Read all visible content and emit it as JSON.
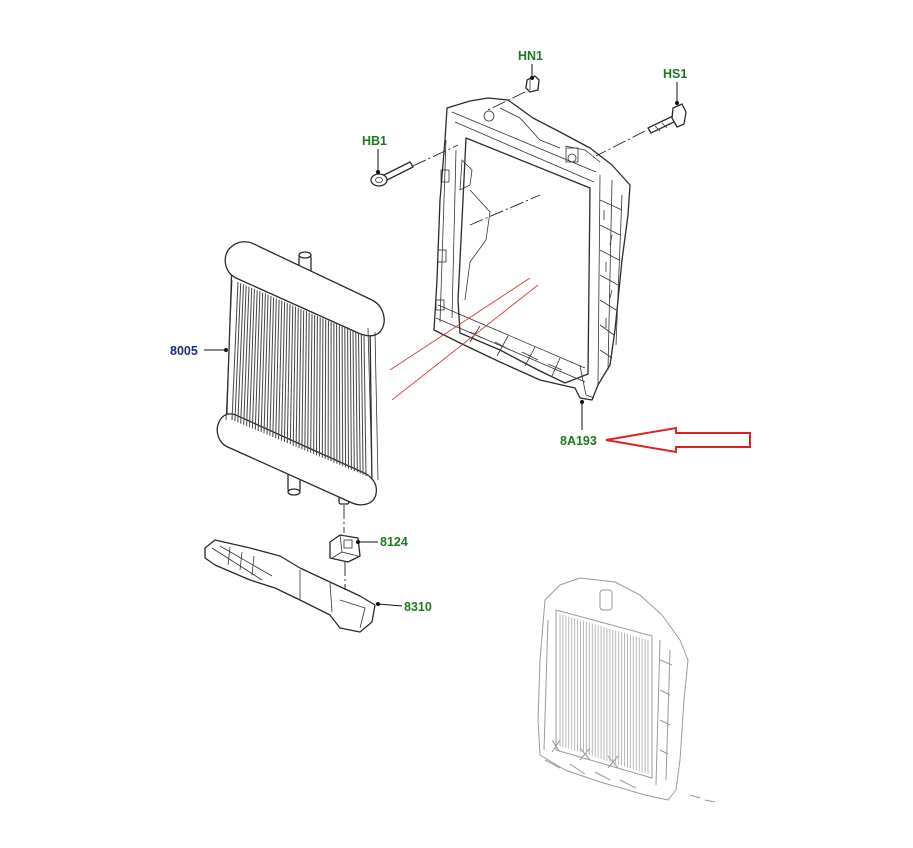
{
  "colors": {
    "callout_green": "#1f7a1f",
    "callout_blue": "#1f2d7a",
    "arrow_red": "#e02020",
    "sight_line_red": "#d04040"
  },
  "labels": {
    "hn1": "HN1",
    "hs1": "HS1",
    "hb1": "HB1",
    "p8005": "8005",
    "p8a193": "8A193",
    "p8124": "8124",
    "p8310": "8310"
  }
}
